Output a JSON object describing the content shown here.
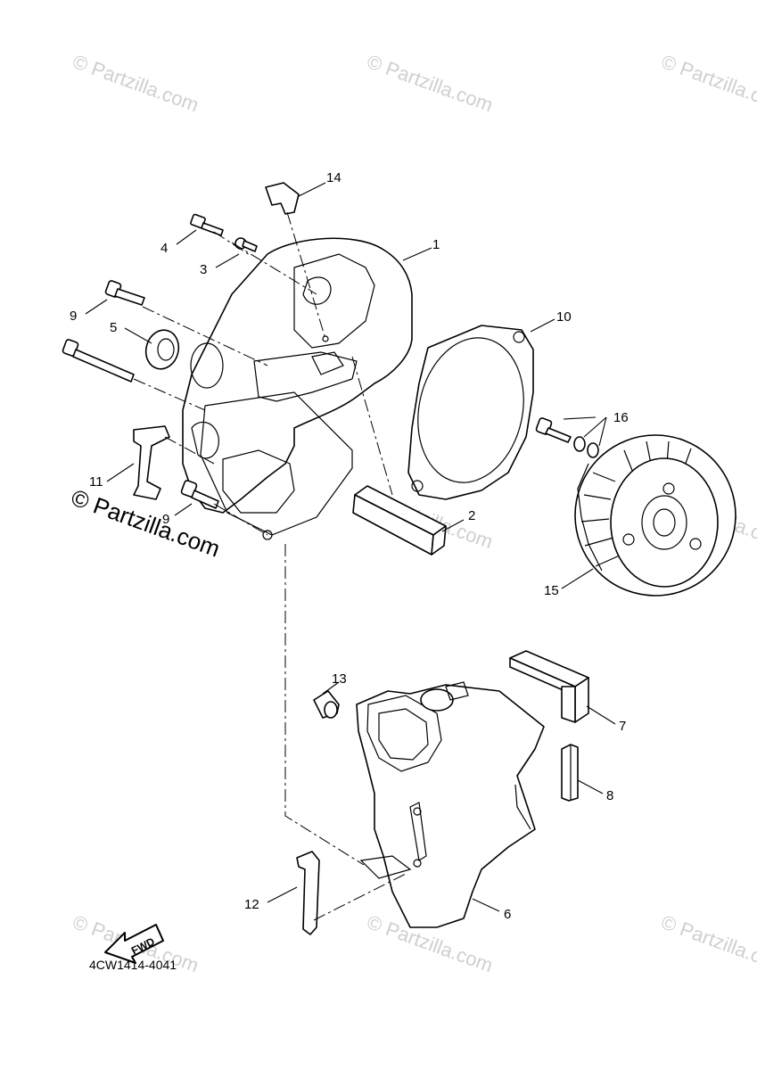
{
  "watermarks": {
    "small_text": "© Partzilla.com",
    "big_text": "© Partzilla.com"
  },
  "callouts": {
    "c1": "1",
    "c2": "2",
    "c3": "3",
    "c4": "4",
    "c5": "5",
    "c6": "6",
    "c7": "7",
    "c8": "8",
    "c9a": "9",
    "c9b": "9",
    "c10": "10",
    "c11": "11",
    "c12": "12",
    "c13": "13",
    "c14": "14",
    "c15": "15",
    "c16": "16"
  },
  "fwd_label": "FWD",
  "diagram_code": "4CW1414-4041"
}
